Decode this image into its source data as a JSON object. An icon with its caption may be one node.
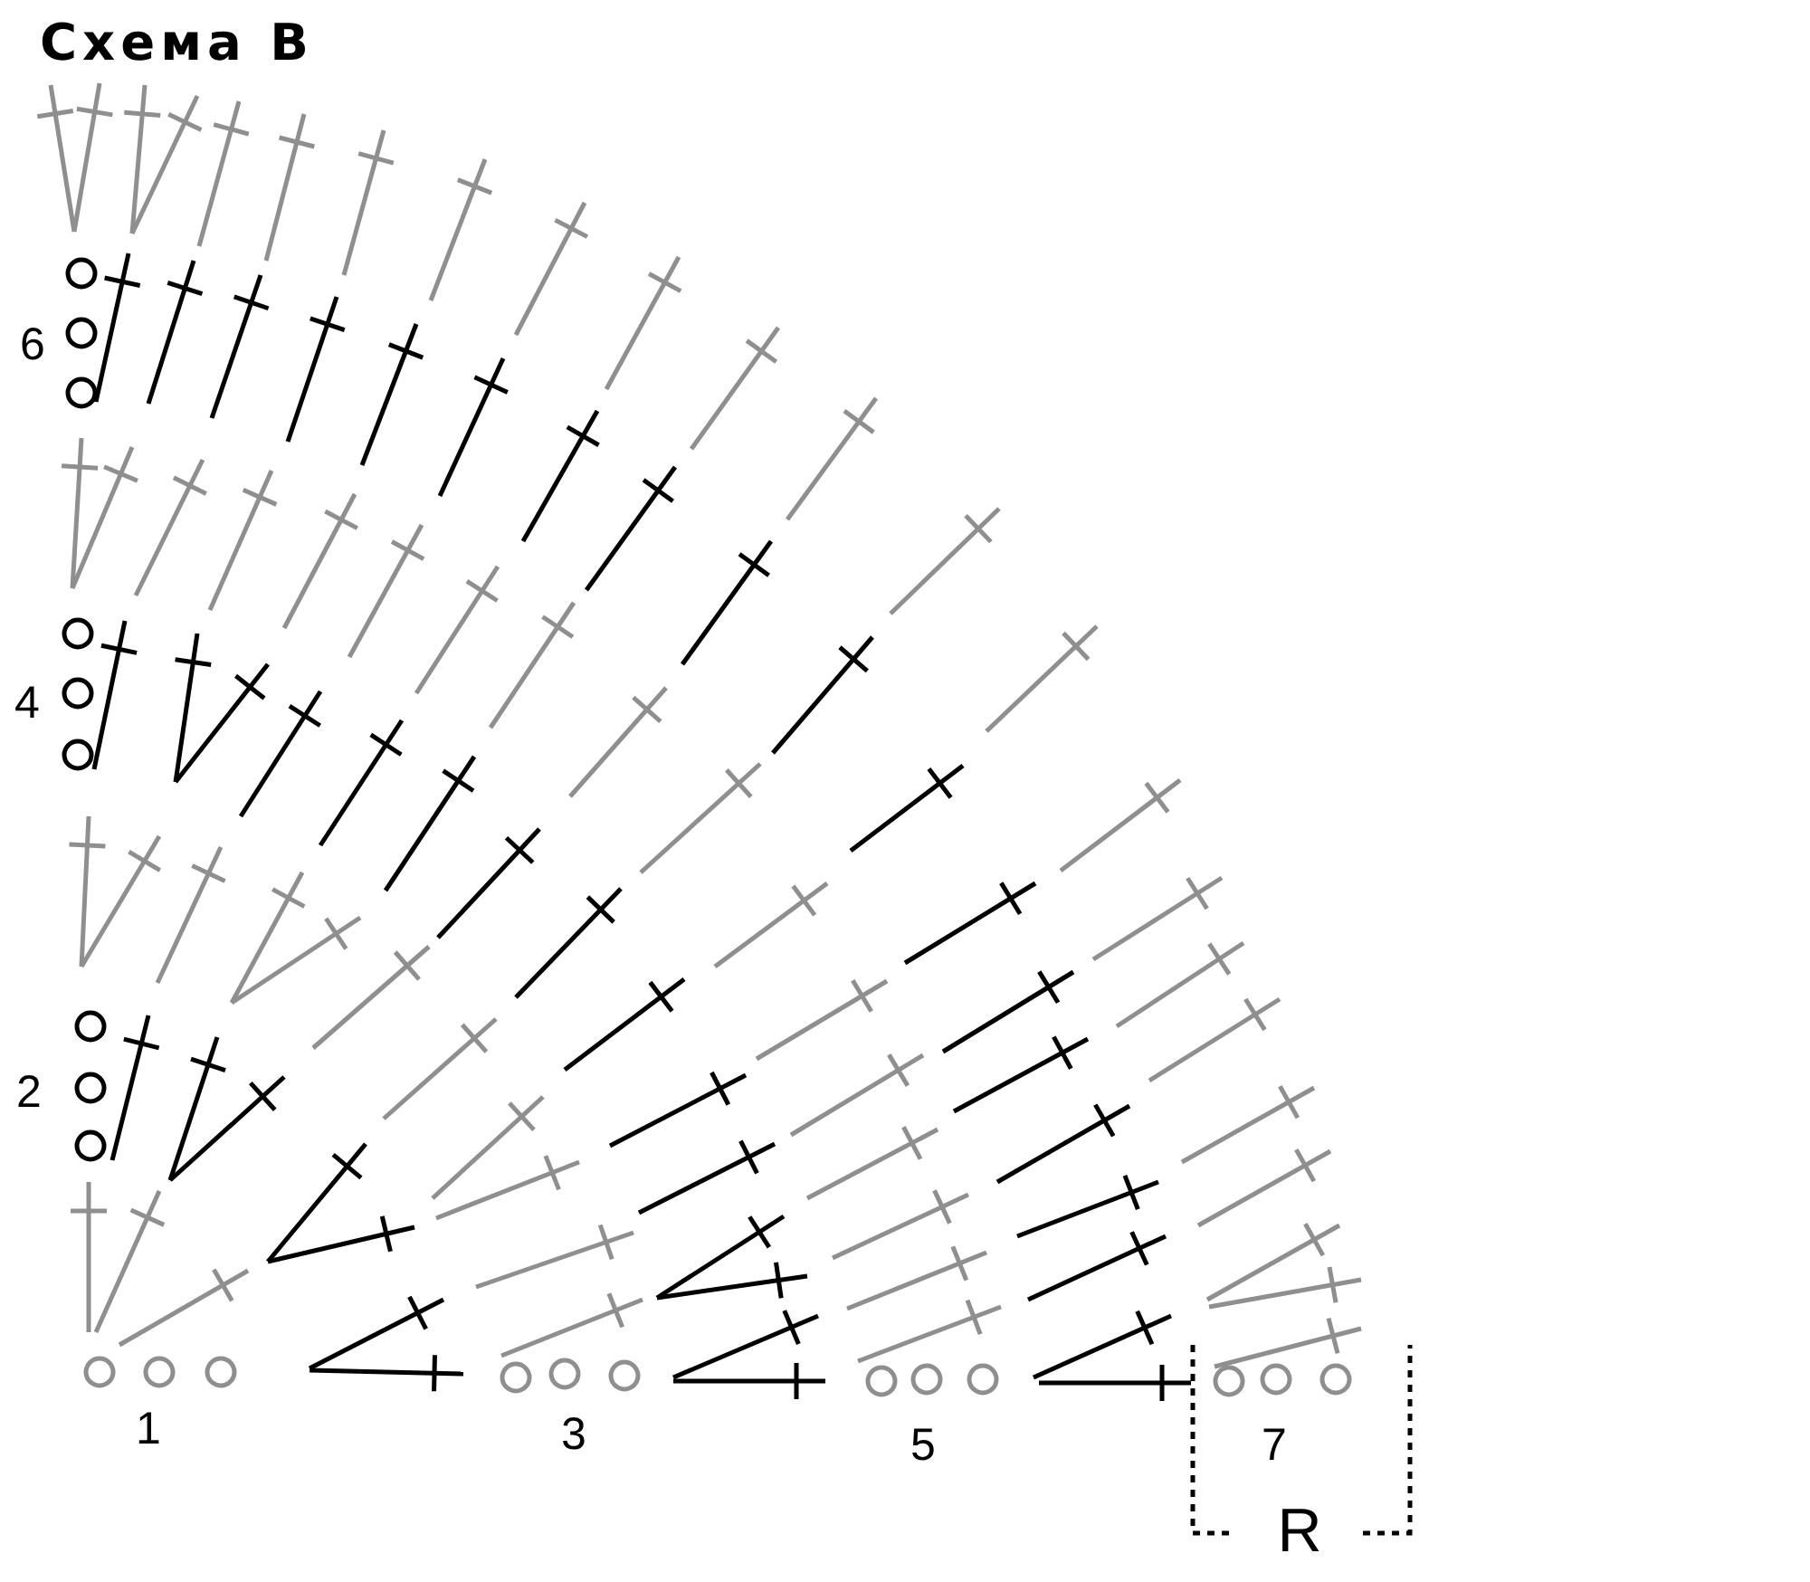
{
  "diagram": {
    "title": "Схема В",
    "labels": [
      "6",
      "4",
      "2",
      "1",
      "3",
      "5",
      "7",
      "R"
    ]
  }
}
